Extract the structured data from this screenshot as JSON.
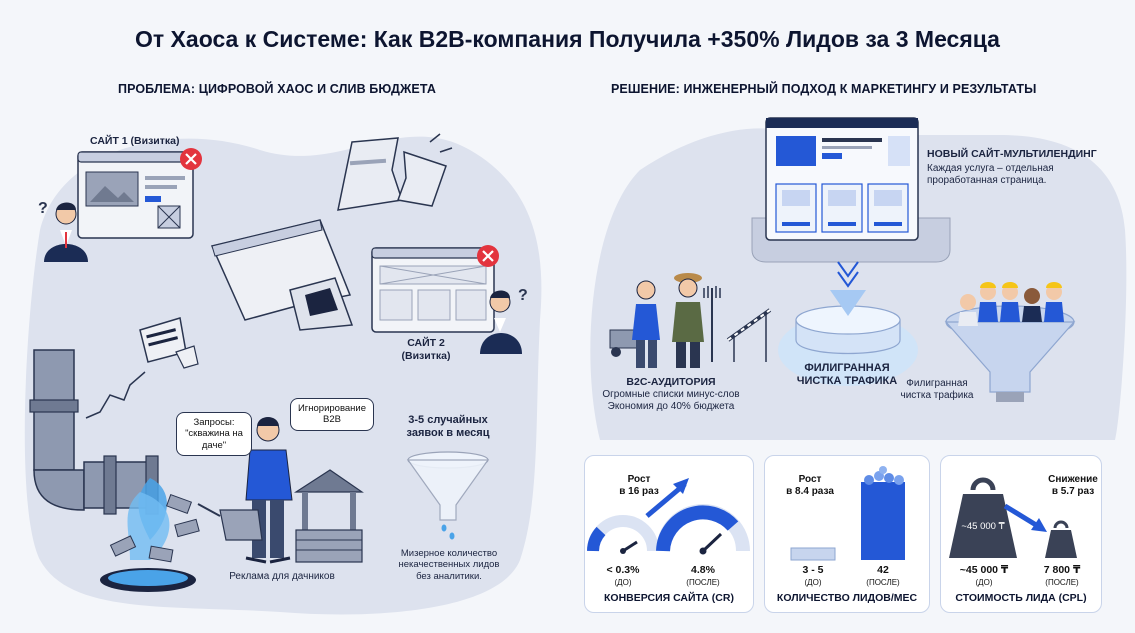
{
  "title": "От Хаоса к Системе: Как B2B-компания Получила +350% Лидов за 3 Месяца",
  "left": {
    "section_title": "ПРОБЛЕМА: ЦИФРОВОЙ ХАОС И СЛИВ БЮДЖЕТА",
    "site1_label": "САЙТ 1 (Визитка)",
    "site2_label_line1": "САЙТ 2",
    "site2_label_line2": "(Визитка)",
    "bubble_queries": "Запросы: \"скважина на даче\"",
    "bubble_ignore": "Игнорирование B2B",
    "random_leads_line1": "3-5 случайных",
    "random_leads_line2": "заявок в месяц",
    "ad_label": "Реклама для дачников",
    "meager_line1": "Мизерное количество",
    "meager_line2": "некачественных лидов",
    "meager_line3": "без аналитики."
  },
  "right": {
    "section_title": "РЕШЕНИЕ: ИНЖЕНЕРНЫЙ ПОДХОД К МАРКЕТИНГУ И РЕЗУЛЬТАТЫ",
    "multilanding_title": "НОВЫЙ САЙТ-МУЛЬТИЛЕНДИНГ",
    "multilanding_line1": "Каждая услуга – отдельная",
    "multilanding_line2": "проработанная страница.",
    "b2c_title": "B2C-АУДИТОРИЯ",
    "b2c_line1": "Огромные списки минус-слов",
    "b2c_line2": "Экономия до 40% бюджета",
    "filter_line1": "ФИЛИГРАННАЯ",
    "filter_line2": "ЧИСТКА ТРАФИКА",
    "filter2_line1": "Филигранная",
    "filter2_line2": "чистка трафика"
  },
  "cards": {
    "cr": {
      "title": "КОНВЕРСИЯ САЙТА (CR)",
      "growth_line1": "Рост",
      "growth_line2": "в 16 раз",
      "before_value": "< 0.3%",
      "before_tag": "(ДО)",
      "after_value": "4.8%",
      "after_tag": "(ПОСЛЕ)"
    },
    "leads": {
      "title": "КОЛИЧЕСТВО ЛИДОВ/МЕС",
      "growth_line1": "Рост",
      "growth_line2": "в 8.4 раза",
      "before_value": "3 - 5",
      "before_tag": "(ДО)",
      "after_value": "42",
      "after_tag": "(ПОСЛЕ)"
    },
    "cpl": {
      "title": "СТОИМОСТЬ ЛИДА (CPL)",
      "growth_line1": "Снижение",
      "growth_line2": "в 5.7 раз",
      "weight_big": "~45 000 ₸",
      "before_value": "~45 000 ₸",
      "before_tag": "(ДО)",
      "after_value": "7 800 ₸",
      "after_tag": "(ПОСЛЕ)"
    }
  },
  "colors": {
    "accent": "#2458d6",
    "danger": "#e3343e",
    "dark": "#0d1530",
    "blob": "#dde2ee"
  }
}
